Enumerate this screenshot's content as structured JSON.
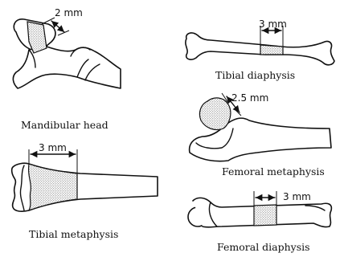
{
  "panels": {
    "mandibular_head": {
      "caption": "Mandibular head",
      "measure": "2 mm"
    },
    "tibial_metaphysis": {
      "caption": "Tibial metaphysis",
      "measure": "3 mm"
    },
    "tibial_diaphysis": {
      "caption": "Tibial diaphysis",
      "measure": "3 mm"
    },
    "femoral_metaphysis": {
      "caption": "Femoral metaphysis",
      "measure": "2.5 mm"
    },
    "femoral_diaphysis": {
      "caption": "Femoral diaphysis",
      "measure": "3 mm"
    }
  },
  "colors": {
    "ink": "#111111",
    "stipple": "#777777",
    "background": "#ffffff"
  }
}
